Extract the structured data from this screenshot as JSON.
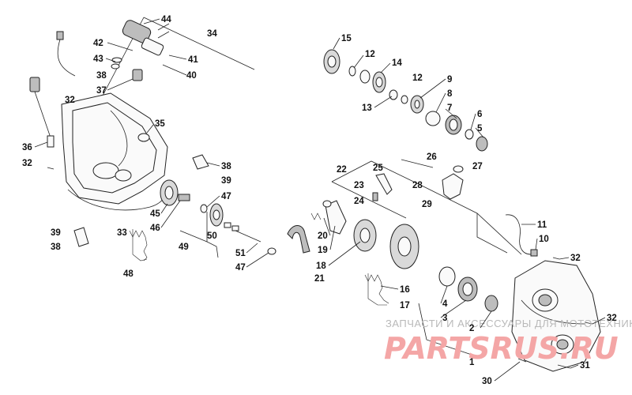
{
  "diagram": {
    "callouts": {
      "c1": "1",
      "c2": "2",
      "c3": "3",
      "c4": "4",
      "c5": "5",
      "c6": "6",
      "c7": "7",
      "c8": "8",
      "c9": "9",
      "c10": "10",
      "c11": "11",
      "c12a": "12",
      "c12b": "12",
      "c13": "13",
      "c14": "14",
      "c15": "15",
      "c16": "16",
      "c17": "17",
      "c18": "18",
      "c19": "19",
      "c20": "20",
      "c21": "21",
      "c22": "22",
      "c23": "23",
      "c24": "24",
      "c25": "25",
      "c26": "26",
      "c27": "27",
      "c28": "28",
      "c29": "29",
      "c30": "30",
      "c31": "31",
      "c32a": "32",
      "c32b": "32",
      "c32c": "32",
      "c32d": "32",
      "c33": "33",
      "c34": "34",
      "c35": "35",
      "c36": "36",
      "c37": "37",
      "c38a": "38",
      "c38b": "38",
      "c38c": "38",
      "c39a": "39",
      "c39b": "39",
      "c40": "40",
      "c41": "41",
      "c42": "42",
      "c43": "43",
      "c44": "44",
      "c45": "45",
      "c46": "46",
      "c47a": "47",
      "c47b": "47",
      "c48": "48",
      "c49": "49",
      "c50": "50",
      "c51": "51"
    }
  },
  "watermark": {
    "tagline": "ЗАПЧАСТИ И АКСЕССУАРЫ ДЛЯ МОТОТЕХНИКИ",
    "logo": "PARTSRUS.RU"
  },
  "colors": {
    "ink": "#222222",
    "watermark_logo": "#f4a6a6",
    "watermark_text": "#b9b9b9"
  }
}
